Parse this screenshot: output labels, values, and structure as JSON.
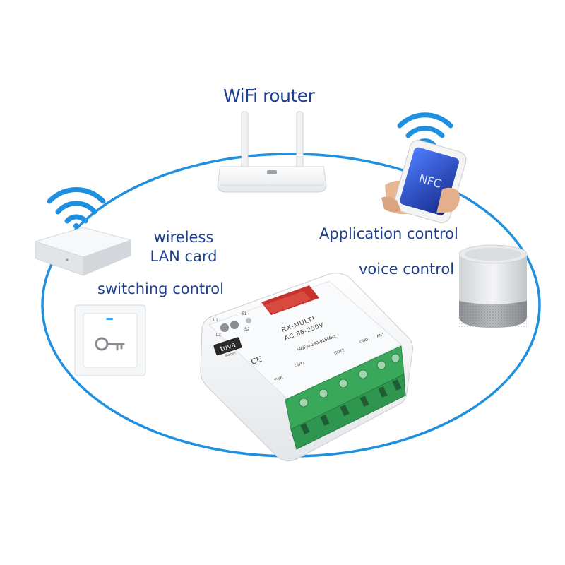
{
  "labels": {
    "wifi_router": "WiFi router",
    "application_control": "Application control",
    "voice_control": "voice control",
    "wireless_lan_line1": "wireless",
    "wireless_lan_line2": "LAN card",
    "switching_control": "switching control"
  },
  "module": {
    "model": "RX-MULTI",
    "voltage": "AC 85-250V",
    "frequency": "AM/FM 280-915MHz",
    "brand": "tuya",
    "brand_sub": "Support",
    "ce_mark": "CE",
    "led_l1": "L1",
    "led_l2": "L2",
    "button_s1": "S1",
    "button_s2": "S2",
    "pwr": "PWR",
    "out1": "OUT1",
    "out2": "OUT2",
    "gnd": "GND",
    "ant": "ANT"
  },
  "phone": {
    "screen_text": "NFC"
  },
  "colors": {
    "ring": "#1f8fe0",
    "wifi": "#1f8fe0",
    "label_text": "#1d3f8f",
    "terminal_green": "#3aa85a",
    "relay_window": "#c8322c"
  }
}
